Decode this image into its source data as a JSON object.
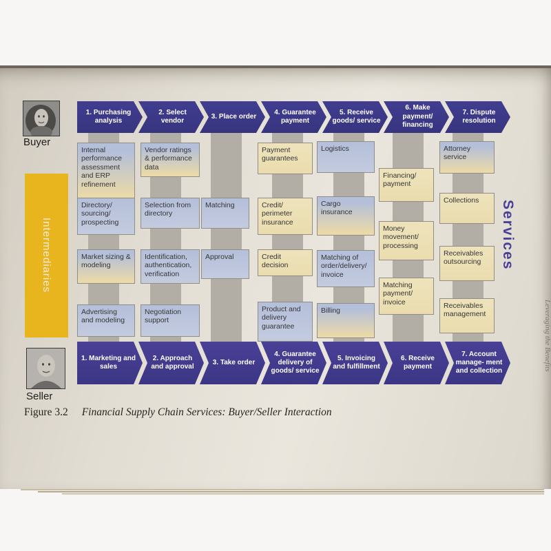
{
  "figure": {
    "caption_label": "Figure 3.2",
    "caption_title": "Financial Supply Chain Services: Buyer/Seller Interaction",
    "page_edge_text": "Leveraging the Benefits",
    "services_label": "Services",
    "intermediaries_label": "Intermediaries"
  },
  "buyer": {
    "label": "Buyer",
    "steps": [
      "1. Purchasing analysis",
      "2. Select vendor",
      "3. Place order",
      "4. Guarantee payment",
      "5. Receive goods/ service",
      "6. Make payment/ financing",
      "7. Dispute resolution"
    ]
  },
  "seller": {
    "label": "Seller",
    "steps": [
      "1. Marketing and sales",
      "2. Approach and approval",
      "3. Take order",
      "4. Guarantee delivery of goods/ service",
      "5. Invoicing and fulfillment",
      "6. Receive payment",
      "7. Account manage- ment and collection"
    ]
  },
  "boxes": [
    {
      "label": "Internal performance assessment and ERP refinement"
    },
    {
      "label": "Directory/ sourcing/ prospecting"
    },
    {
      "label": "Market sizing & modeling"
    },
    {
      "label": "Advertising and modeling"
    },
    {
      "label": "Vendor ratings & performance data"
    },
    {
      "label": "Selection from directory"
    },
    {
      "label": "Identification, authentication, verification"
    },
    {
      "label": "Negotiation support"
    },
    {
      "label": "Matching"
    },
    {
      "label": "Approval"
    },
    {
      "label": "Payment guarantees"
    },
    {
      "label": "Credit/ perimeter insurance"
    },
    {
      "label": "Credit decision"
    },
    {
      "label": "Product and delivery guarantee"
    },
    {
      "label": "Logistics"
    },
    {
      "label": "Cargo insurance"
    },
    {
      "label": "Matching of order/delivery/ invoice"
    },
    {
      "label": "Billing"
    },
    {
      "label": "Financing/ payment"
    },
    {
      "label": "Money movement/ processing"
    },
    {
      "label": "Matching payment/ invoice"
    },
    {
      "label": "Attorney service"
    },
    {
      "label": "Collections"
    },
    {
      "label": "Receivables outsourcing"
    },
    {
      "label": "Receivables management"
    }
  ],
  "colors": {
    "arrow_purple": "#3d3a8e",
    "box_blue": "#b7c1d9",
    "box_cream": "#ecdfb4",
    "intermediaries_yellow": "#e9b51f",
    "services_purple": "#4b3e99",
    "connector_gray": "#b2aea5"
  }
}
